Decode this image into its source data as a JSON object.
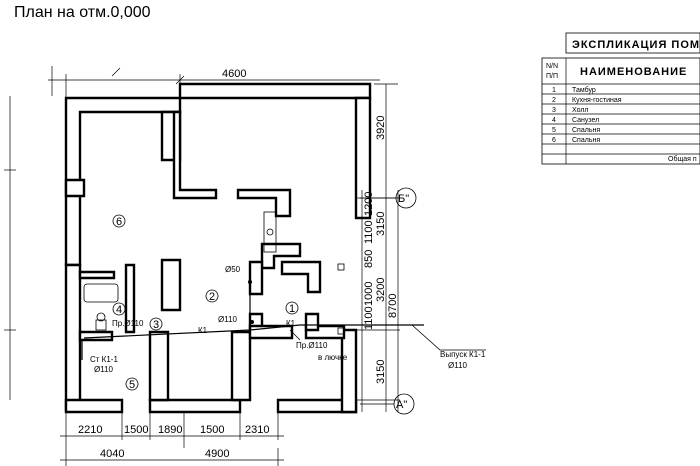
{
  "title": "План на отм.0,000",
  "dims": {
    "top_total": "4600",
    "bottom_segments": [
      "2210",
      "1500",
      "1890",
      "1500",
      "2310"
    ],
    "bottom_totals": [
      "4040",
      "4900"
    ],
    "right_total": "8700",
    "right_outer": [
      "3920",
      "3150",
      "3200",
      "3150"
    ],
    "right_inner": [
      "1200",
      "1100",
      "850",
      "1000",
      "1100"
    ]
  },
  "axes": {
    "b": "Б\"",
    "a": "А\""
  },
  "rooms": [
    "1",
    "2",
    "3",
    "4",
    "5",
    "6"
  ],
  "pipes": {
    "d50": "Ø50",
    "pr110_left": "Пр.Ø110",
    "d110_center": "Ø110",
    "k1": "К1",
    "st_k1": "Ст К1-1",
    "st_d110": "Ø110",
    "pr110_hatch": "Пр.Ø110",
    "in_hatch": "в лючке",
    "outlet": "Выпуск К1-1",
    "outlet_d": "Ø110"
  },
  "table": {
    "title": "ЭКСПЛИКАЦИЯ ПОМЕ",
    "col_num": [
      "N/N",
      "П/П"
    ],
    "col_name": "НАИМЕНОВАНИЕ",
    "rows": [
      {
        "num": "1",
        "name": "Тамбур"
      },
      {
        "num": "2",
        "name": "Кухня-гостиная"
      },
      {
        "num": "3",
        "name": "Холл"
      },
      {
        "num": "4",
        "name": "Санузел"
      },
      {
        "num": "5",
        "name": "Спальня"
      },
      {
        "num": "6",
        "name": "Спальня"
      }
    ],
    "total": "Общая п"
  }
}
